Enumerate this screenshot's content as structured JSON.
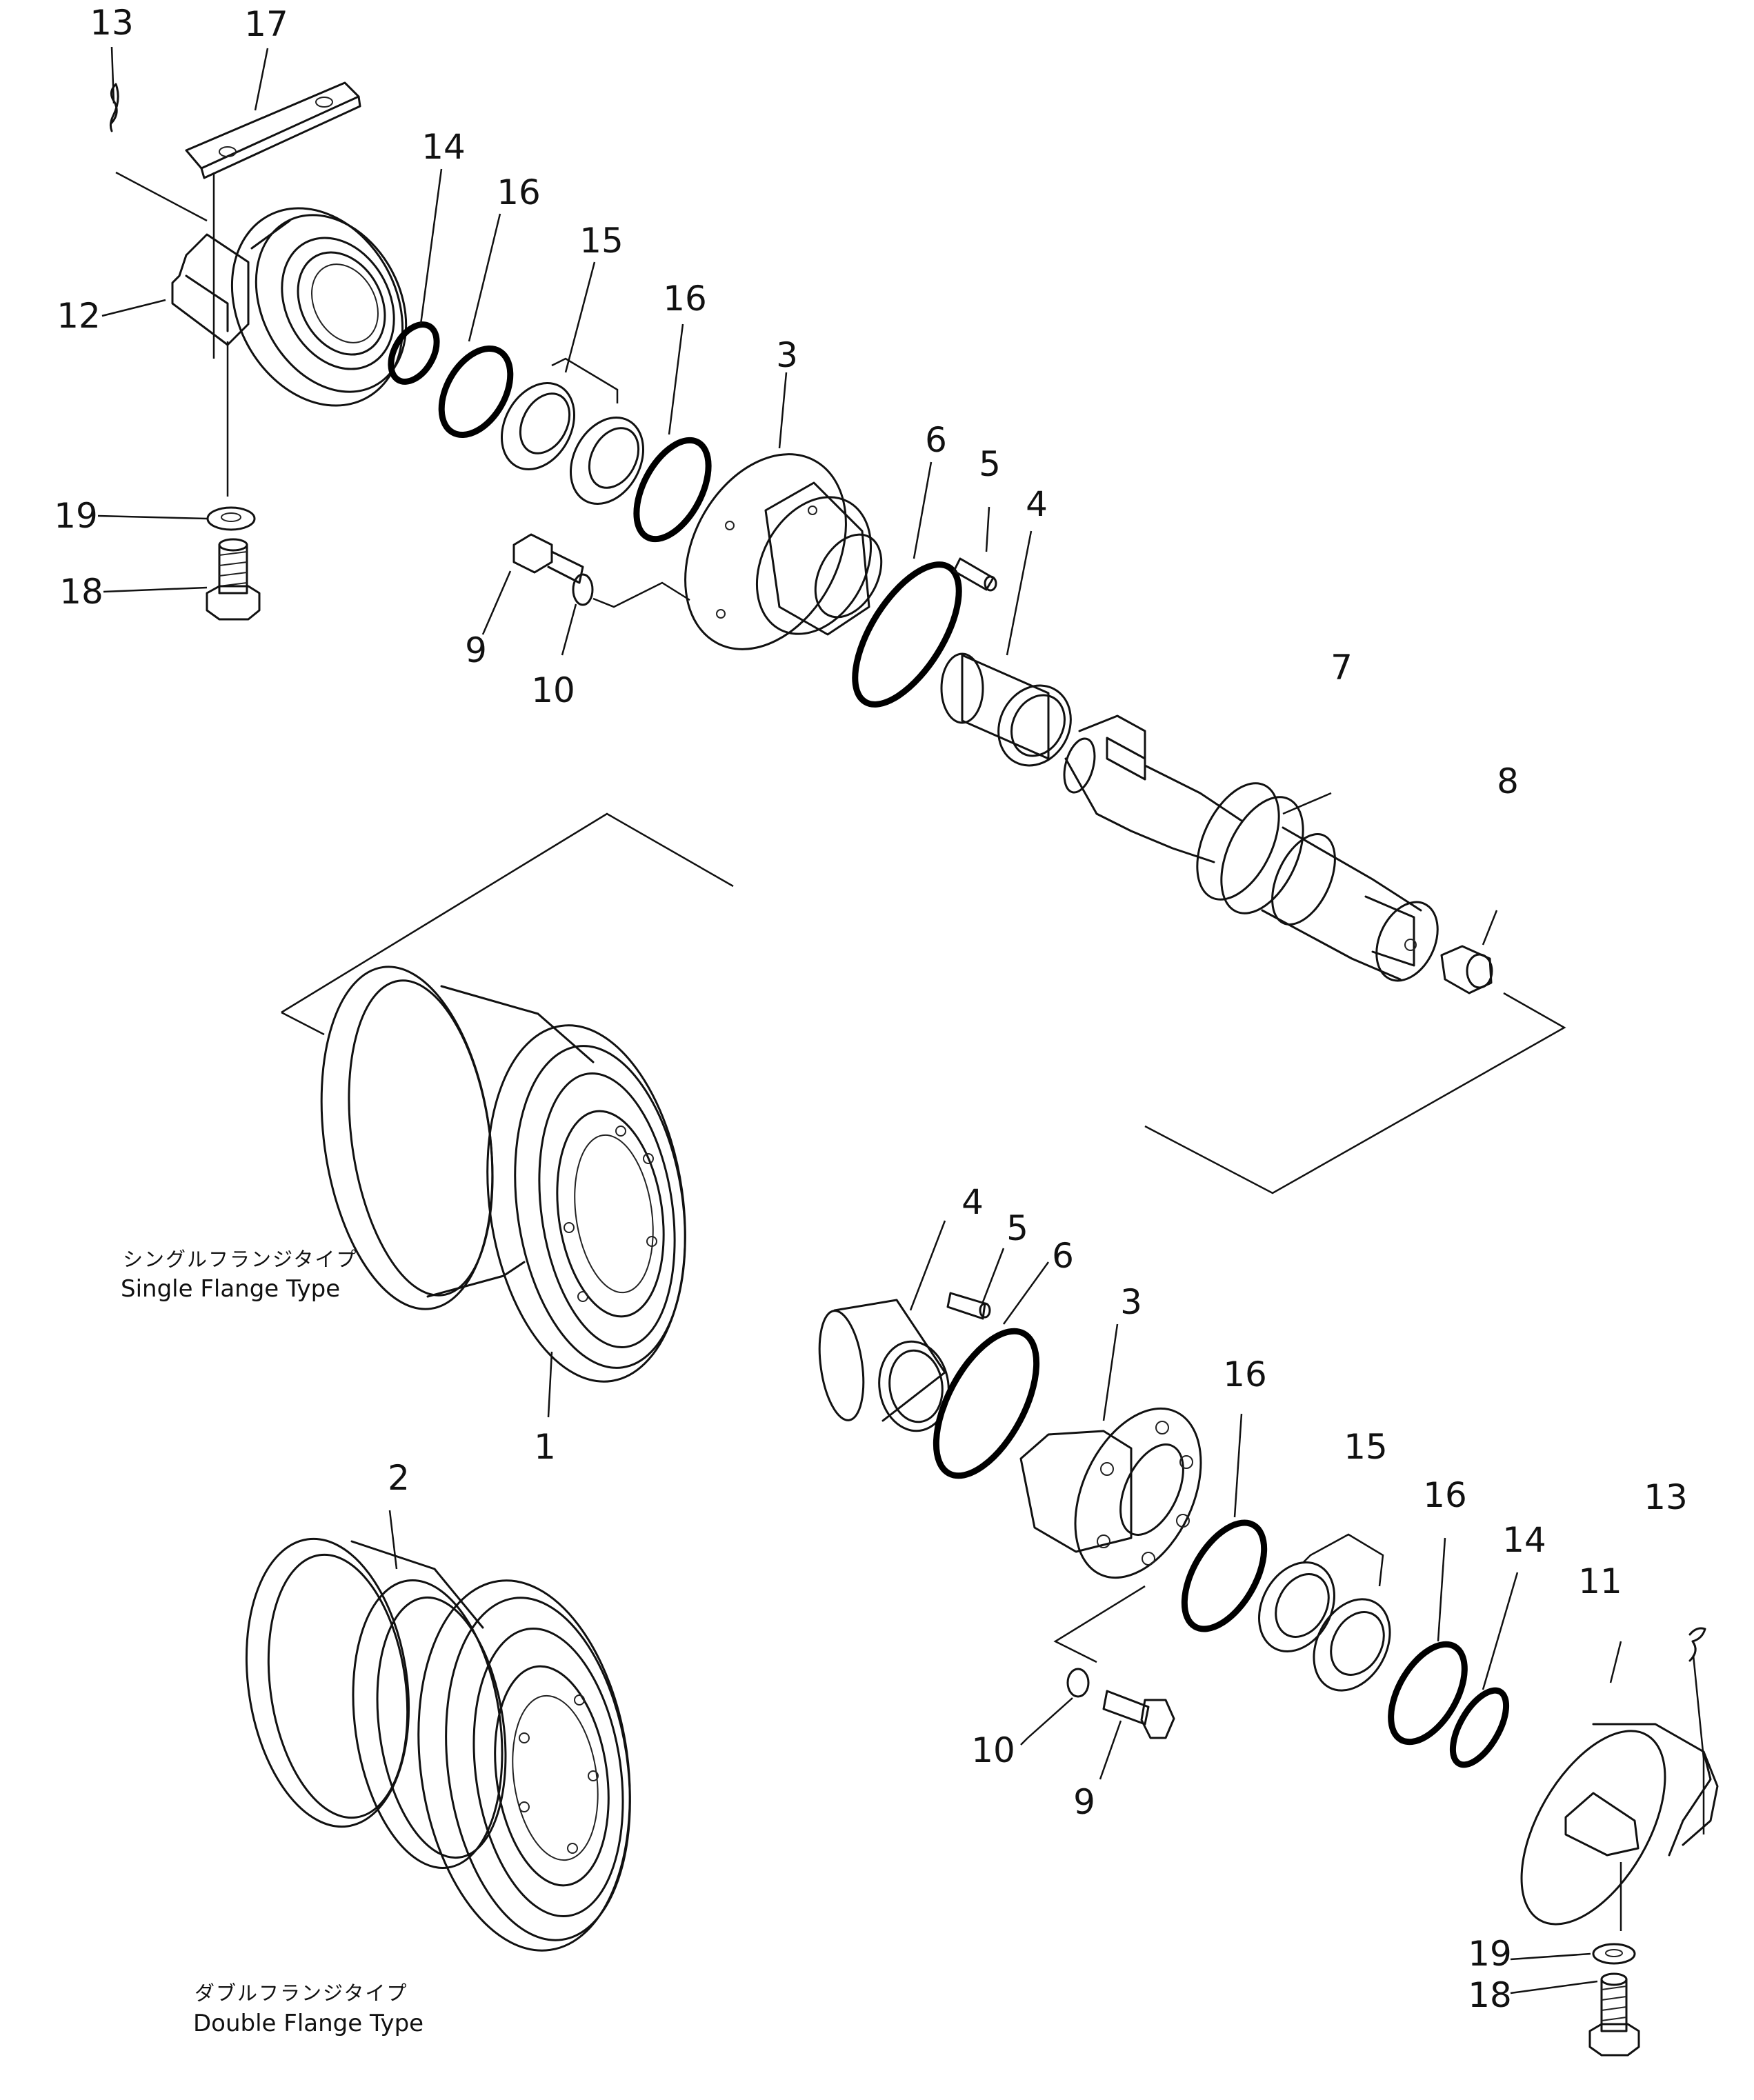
{
  "callouts": {
    "c13a": "13",
    "c17": "17",
    "c14a": "14",
    "c16a": "16",
    "c15a": "15",
    "c16b": "16",
    "c3a": "3",
    "c12": "12",
    "c6a": "6",
    "c5a": "5",
    "c4a": "4",
    "c19a": "19",
    "c18a": "18",
    "c9a": "9",
    "c10a": "10",
    "c7": "7",
    "c8": "8",
    "c4b": "4",
    "c5b": "5",
    "c6b": "6",
    "c3b": "3",
    "c16c": "16",
    "c1": "1",
    "c15b": "15",
    "c16d": "16",
    "c13b": "13",
    "c14b": "14",
    "c11": "11",
    "c2": "2",
    "c10b": "10",
    "c9b": "9",
    "c19b": "19",
    "c18b": "18"
  },
  "captions": {
    "single_jp": "シングルフランジタイプ",
    "single_en": "Single Flange Type",
    "double_jp": "ダブルフランジタイプ",
    "double_en": "Double Flange Type"
  }
}
